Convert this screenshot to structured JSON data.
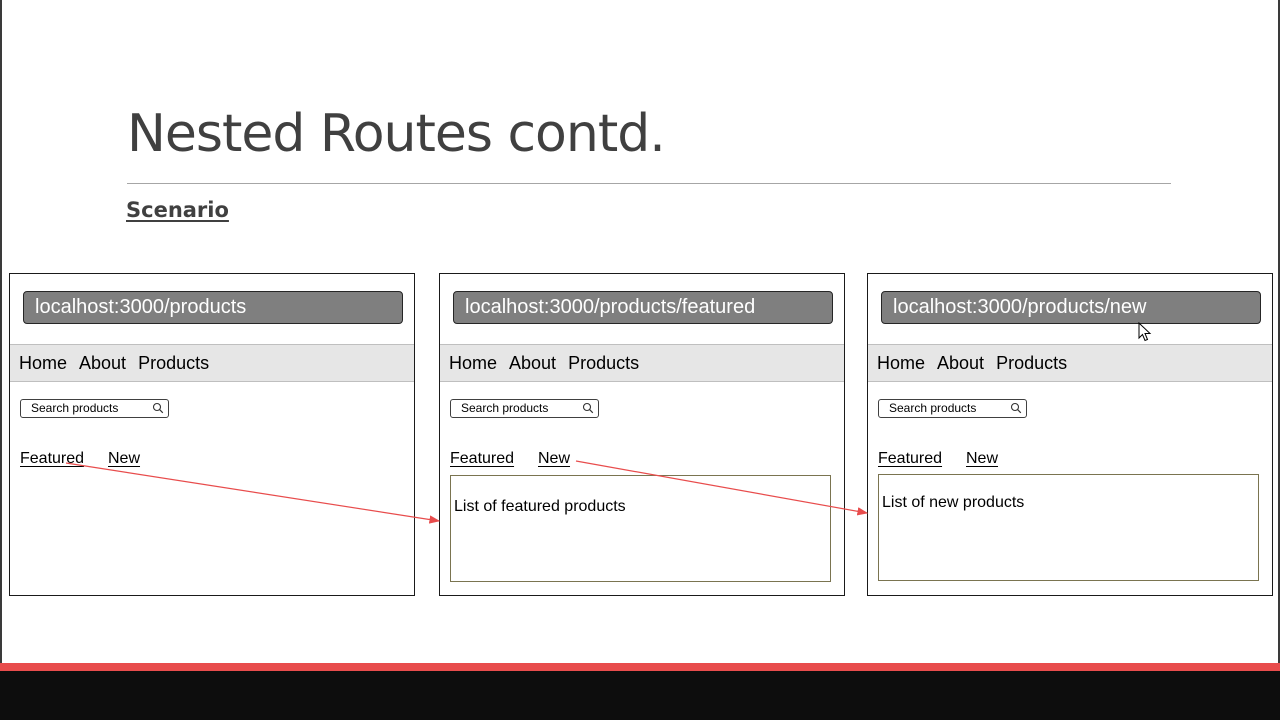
{
  "slide": {
    "title": "Nested Routes contd.",
    "subtitle": "Scenario"
  },
  "frames": [
    {
      "url": "localhost:3000/products",
      "nav": [
        "Home",
        "About",
        "Products"
      ],
      "search_placeholder": "Search products",
      "sublinks": [
        "Featured",
        "New"
      ],
      "content": ""
    },
    {
      "url": "localhost:3000/products/featured",
      "nav": [
        "Home",
        "About",
        "Products"
      ],
      "search_placeholder": "Search products",
      "sublinks": [
        "Featured",
        "New"
      ],
      "content": "List of featured products"
    },
    {
      "url": "localhost:3000/products/new",
      "nav": [
        "Home",
        "About",
        "Products"
      ],
      "search_placeholder": "Search products",
      "sublinks": [
        "Featured",
        "New"
      ],
      "content": "List of new products"
    }
  ],
  "colors": {
    "arrow": "#e84c4c",
    "url_bar": "#7f7f7f",
    "nav_bar": "#e6e6e6",
    "accent_bar": "#e84c4c",
    "footer": "#0d0d0d"
  },
  "icons": {
    "search": "search-icon",
    "cursor": "mouse-pointer-icon"
  }
}
